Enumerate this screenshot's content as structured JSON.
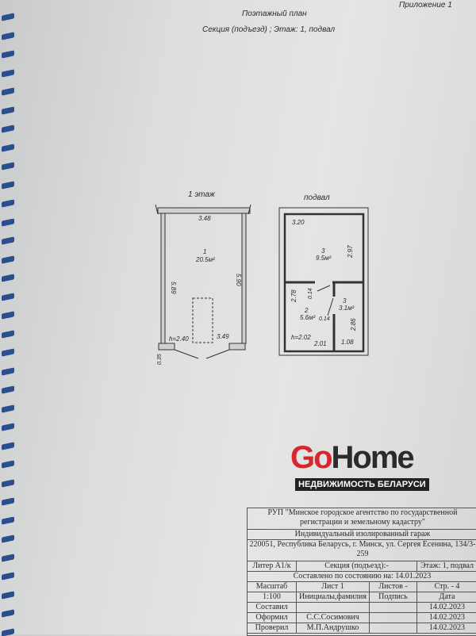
{
  "header": {
    "appendix": "Приложение 1",
    "title": "Поэтажный план",
    "subtitle": "Секция (подъезд) ;   Этаж: 1, подвал"
  },
  "plan_floor1": {
    "label": "1 этаж",
    "top_dim": "3.48",
    "left_dim": "5.89",
    "right_dim": "5.90",
    "room_number": "1",
    "room_area": "20.5м²",
    "height": "h=2.40",
    "pit_dim": "3.49",
    "wall_dim": "0.35"
  },
  "plan_basement": {
    "label": "подвал",
    "top_dim": "3.20",
    "right_dim": "2.97",
    "room3_number": "3",
    "room3_area": "9.5м²",
    "wall1": "0.14",
    "left_dim": "2.78",
    "room2_number": "2",
    "room2_area": "5.6м²",
    "wall2": "0.14",
    "room3b_number": "3",
    "room3b_area": "3.1м²",
    "right_lower_dim": "2.86",
    "height": "h=2.02",
    "bottom_dim1": "2.01",
    "bottom_dim2": "1.08"
  },
  "stamp": {
    "org": "РУП \"Минское городское агентство по государственной регистрации и земельному кадастру\"",
    "object": "Индивидуальный изолированный гараж",
    "address": "220051, Республика Беларусь, г. Минск, ул. Сергея Есенина, 134/3-259",
    "liter": "Литер А1/к",
    "section": "Секция (подъезд):-",
    "floor": "Этаж: 1, подвал",
    "compiled_state": "Составлено по состоянию на: 14.01.2023",
    "scale_label": "Масштаб",
    "sheet": "Лист 1",
    "sheets": "Листов -",
    "page": "Стр. - 4",
    "scale": "1:100",
    "name_col": "Инициалы,фамилия",
    "sign_col": "Подпись",
    "date_col": "Дата",
    "rows": [
      {
        "role": "Составил",
        "name": "",
        "date": "14.02.2023"
      },
      {
        "role": "Оформил",
        "name": "С.С.Сосимович",
        "date": "14.02.2023"
      },
      {
        "role": "Проверил",
        "name": "М.П.Андрушко",
        "date": "14.02.2023"
      }
    ]
  },
  "watermark": {
    "brand_go": "Go",
    "brand_home": "Home",
    "tagline": "НЕДВИЖИМОСТЬ БЕЛАРУСИ"
  }
}
